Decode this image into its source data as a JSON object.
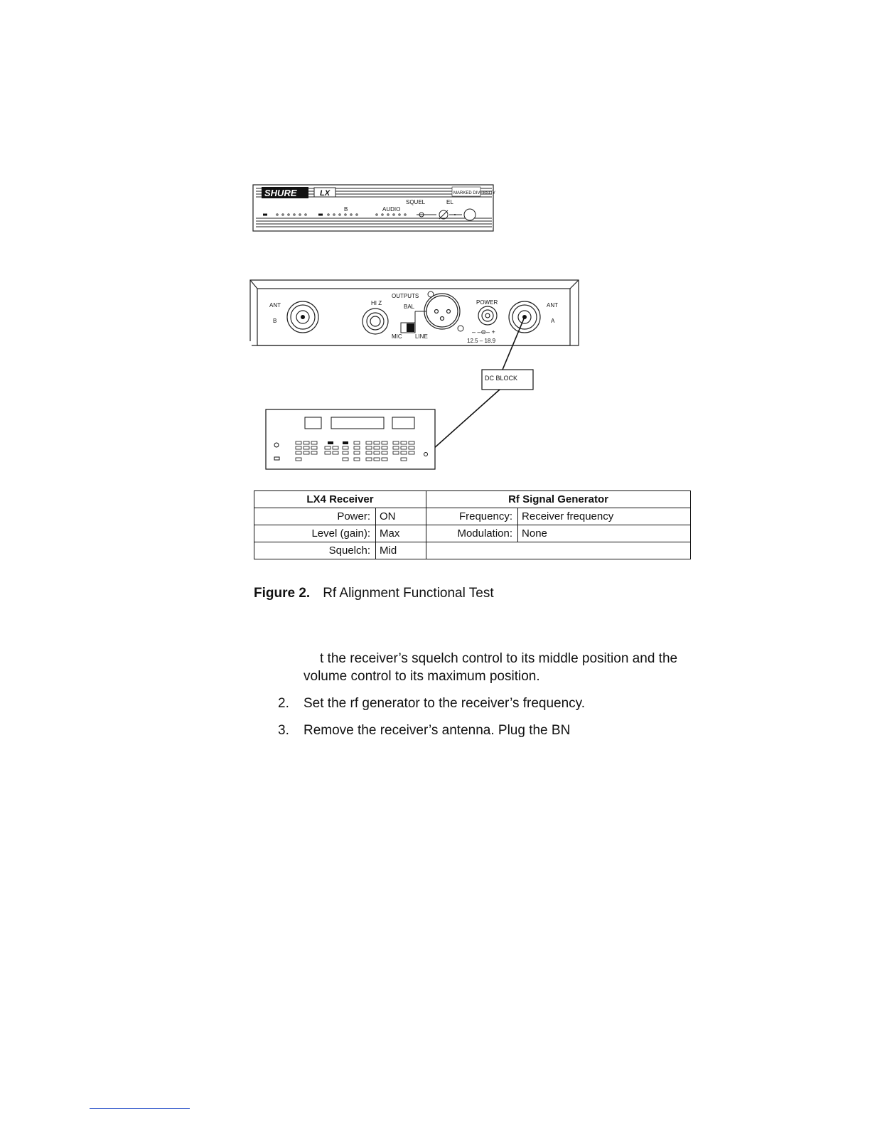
{
  "figure": {
    "receiver_front": {
      "brand": "SHURE",
      "model": "LX",
      "diversity_label": "MARKED DIVERSITY",
      "label_b": "B",
      "label_audio": "AUDIO",
      "label_squelch": "SQUEL",
      "label_level": "EL"
    },
    "receiver_back": {
      "ant_label": "ANT",
      "ant_b": "B",
      "ant_a": "A",
      "hi_z": "HI Z",
      "outputs": "OUTPUTS",
      "bal": "BAL",
      "mic": "MIC",
      "line": "LINE",
      "power": "POWER",
      "polarity": "– –⊖– +",
      "voltage": "12.5 – 18.9"
    },
    "dc_block": "DC BLOCK",
    "table": {
      "headers": [
        "LX4 Receiver",
        "Rf Signal Generator"
      ],
      "rows": [
        {
          "rx_key": "Power:",
          "rx_val": "ON",
          "gen_key": "Frequency:",
          "gen_val": "Receiver frequency"
        },
        {
          "rx_key": "Level (gain):",
          "rx_val": "Max",
          "gen_key": "Modulation:",
          "gen_val": "None"
        },
        {
          "rx_key": "Squelch:",
          "rx_val": "Mid",
          "gen_key": "",
          "gen_val": ""
        }
      ]
    },
    "caption_number": "Figure 2.",
    "caption_title": "Rf Alignment Functional Test"
  },
  "steps": [
    {
      "number": "",
      "line1": "t the receiver’s squelch control to its middle position and the",
      "line2": "volume control to its maximum position."
    },
    {
      "number": "2.",
      "line1": "Set the rf generator to the receiver’s frequency."
    },
    {
      "number": "3.",
      "line1": "Remove the receiver’s antenna. Plug the BN"
    }
  ]
}
